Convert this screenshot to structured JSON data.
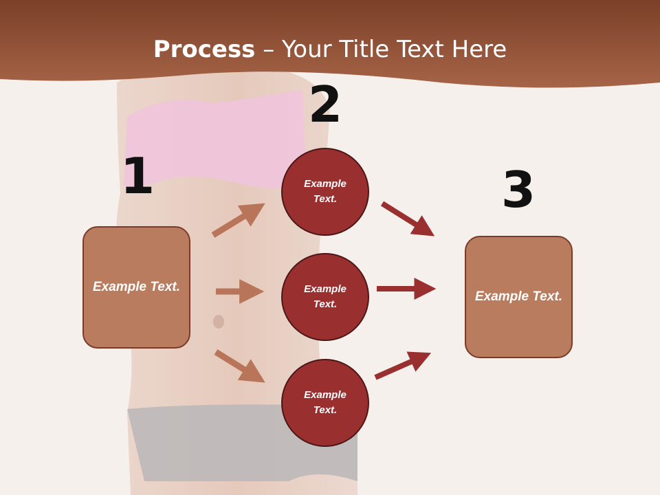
{
  "title": {
    "bold": "Process",
    "rest": " – Your Title Text Here"
  },
  "steps": {
    "one": "1",
    "two": "2",
    "three": "3"
  },
  "left_box": "Example Text.",
  "right_box": "Example Text.",
  "circles": [
    "Example Text.",
    "Example Text.",
    "Example Text."
  ],
  "colors": {
    "header": "#9a5a3e",
    "box": "#b97c5f",
    "circle": "#9a2f30",
    "arrow_light": "#b8755a",
    "arrow_dark": "#9a2f30"
  }
}
